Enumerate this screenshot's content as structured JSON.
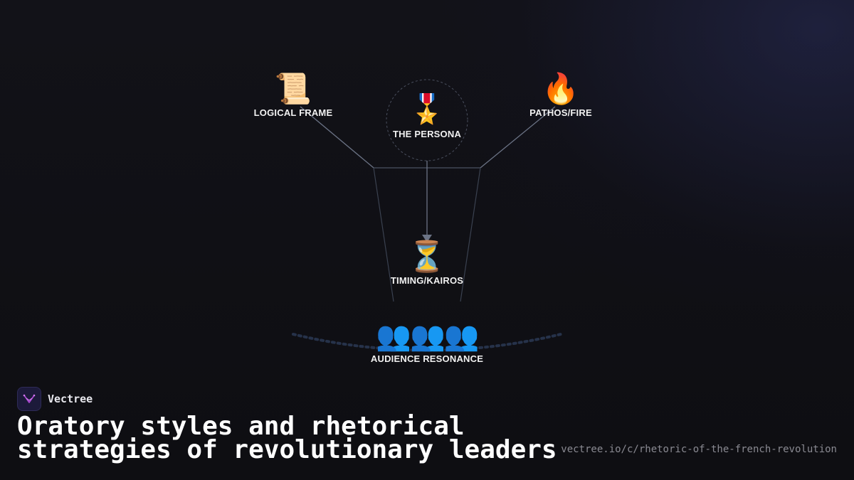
{
  "diagram": {
    "nodes": [
      {
        "id": "logical",
        "label": "LOGICAL FRAME",
        "icon": "scroll-icon",
        "glyph": "📜"
      },
      {
        "id": "persona",
        "label": "THE PERSONA",
        "icon": "medal-icon",
        "glyph": "🎖️"
      },
      {
        "id": "pathos",
        "label": "PATHOS/FIRE",
        "icon": "fire-icon",
        "glyph": "🔥"
      },
      {
        "id": "timing",
        "label": "TIMING/KAIROS",
        "icon": "hourglass-icon",
        "glyph": "⏳"
      },
      {
        "id": "audience",
        "label": "AUDIENCE RESONANCE",
        "icon": "people-icon",
        "glyph": "👥👥👥"
      }
    ],
    "colors": {
      "line": "#6b7385",
      "funnel": "#3a4150",
      "arc": "#26324a",
      "persona_ring": "#4a4f5e"
    }
  },
  "brand": {
    "name": "Vectree",
    "logo_icon": "vectree-logo-icon",
    "accent": "#b04ad8"
  },
  "footer": {
    "title": "Oratory styles and rhetorical strategies of revolutionary leaders",
    "url": "vectree.io/c/rhetoric-of-the-french-revolution"
  }
}
